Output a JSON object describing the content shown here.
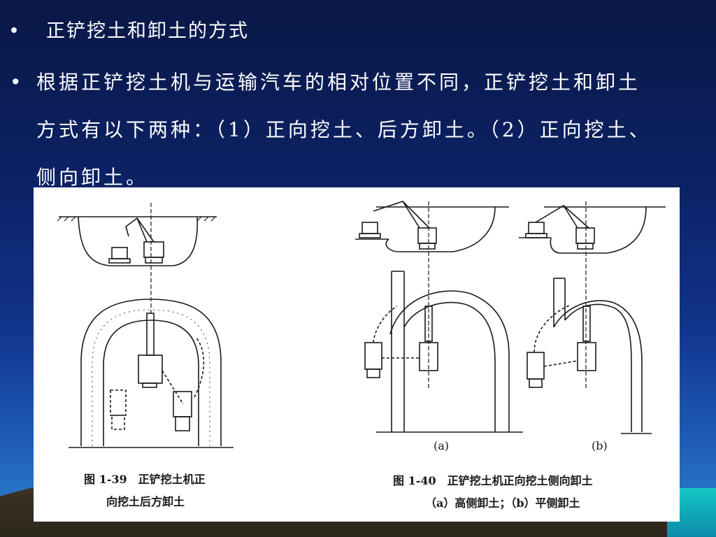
{
  "slide": {
    "bullet": "•",
    "title": "正铲挖土和卸土的方式",
    "paragraph": "根据正铲挖土机与运输汽车的相对位置不同，正铲挖土和卸土方式有以下两种：（1）正向挖土、后方卸土。（2）正向挖土、侧向卸土。"
  },
  "figure": {
    "left_caption_line1": "图 1-39　正铲挖土机正",
    "left_caption_line2": "向挖土后方卸土",
    "right_caption_line1": "图 1-40　正铲挖土机正向挖土侧向卸土",
    "right_caption_line2": "（a）高侧卸土；（b）平侧卸土",
    "label_a": "(a)",
    "label_b": "(b)"
  }
}
